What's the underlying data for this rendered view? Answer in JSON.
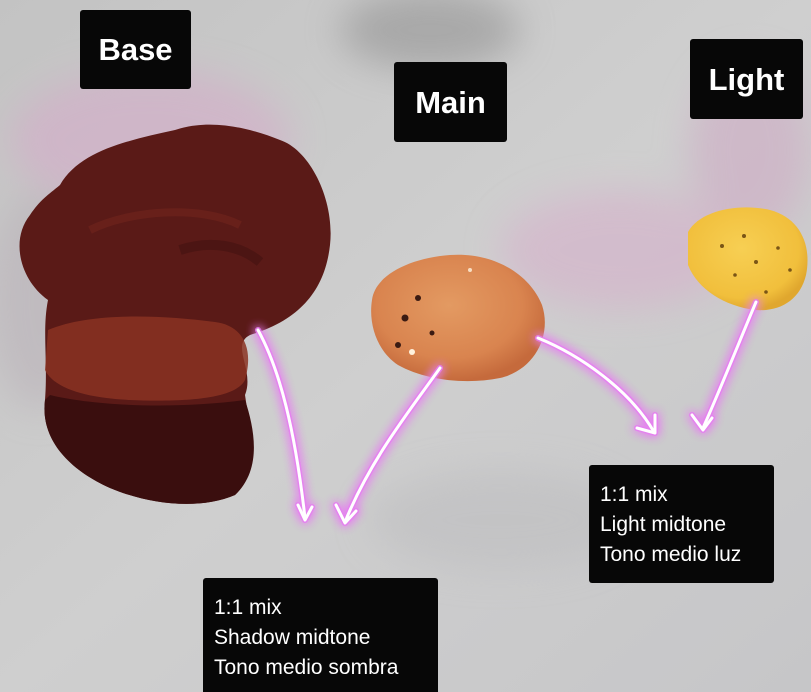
{
  "labels": {
    "base": "Base",
    "main": "Main",
    "light": "Light"
  },
  "notes": {
    "shadow": {
      "ratio": "1:1 mix",
      "english": "Shadow midtone",
      "spanish": "Tono medio sombra"
    },
    "light": {
      "ratio": "1:1 mix",
      "english": "Light midtone",
      "spanish": "Tono medio luz"
    }
  },
  "colors": {
    "paper": "#c9c9c9",
    "base_paint": "#5a1a17",
    "main_paint": "#d9844f",
    "light_paint": "#f1bf3c",
    "arrow_glow": "#e77cf2",
    "label_background": "#070707",
    "label_text": "#ffffff"
  }
}
